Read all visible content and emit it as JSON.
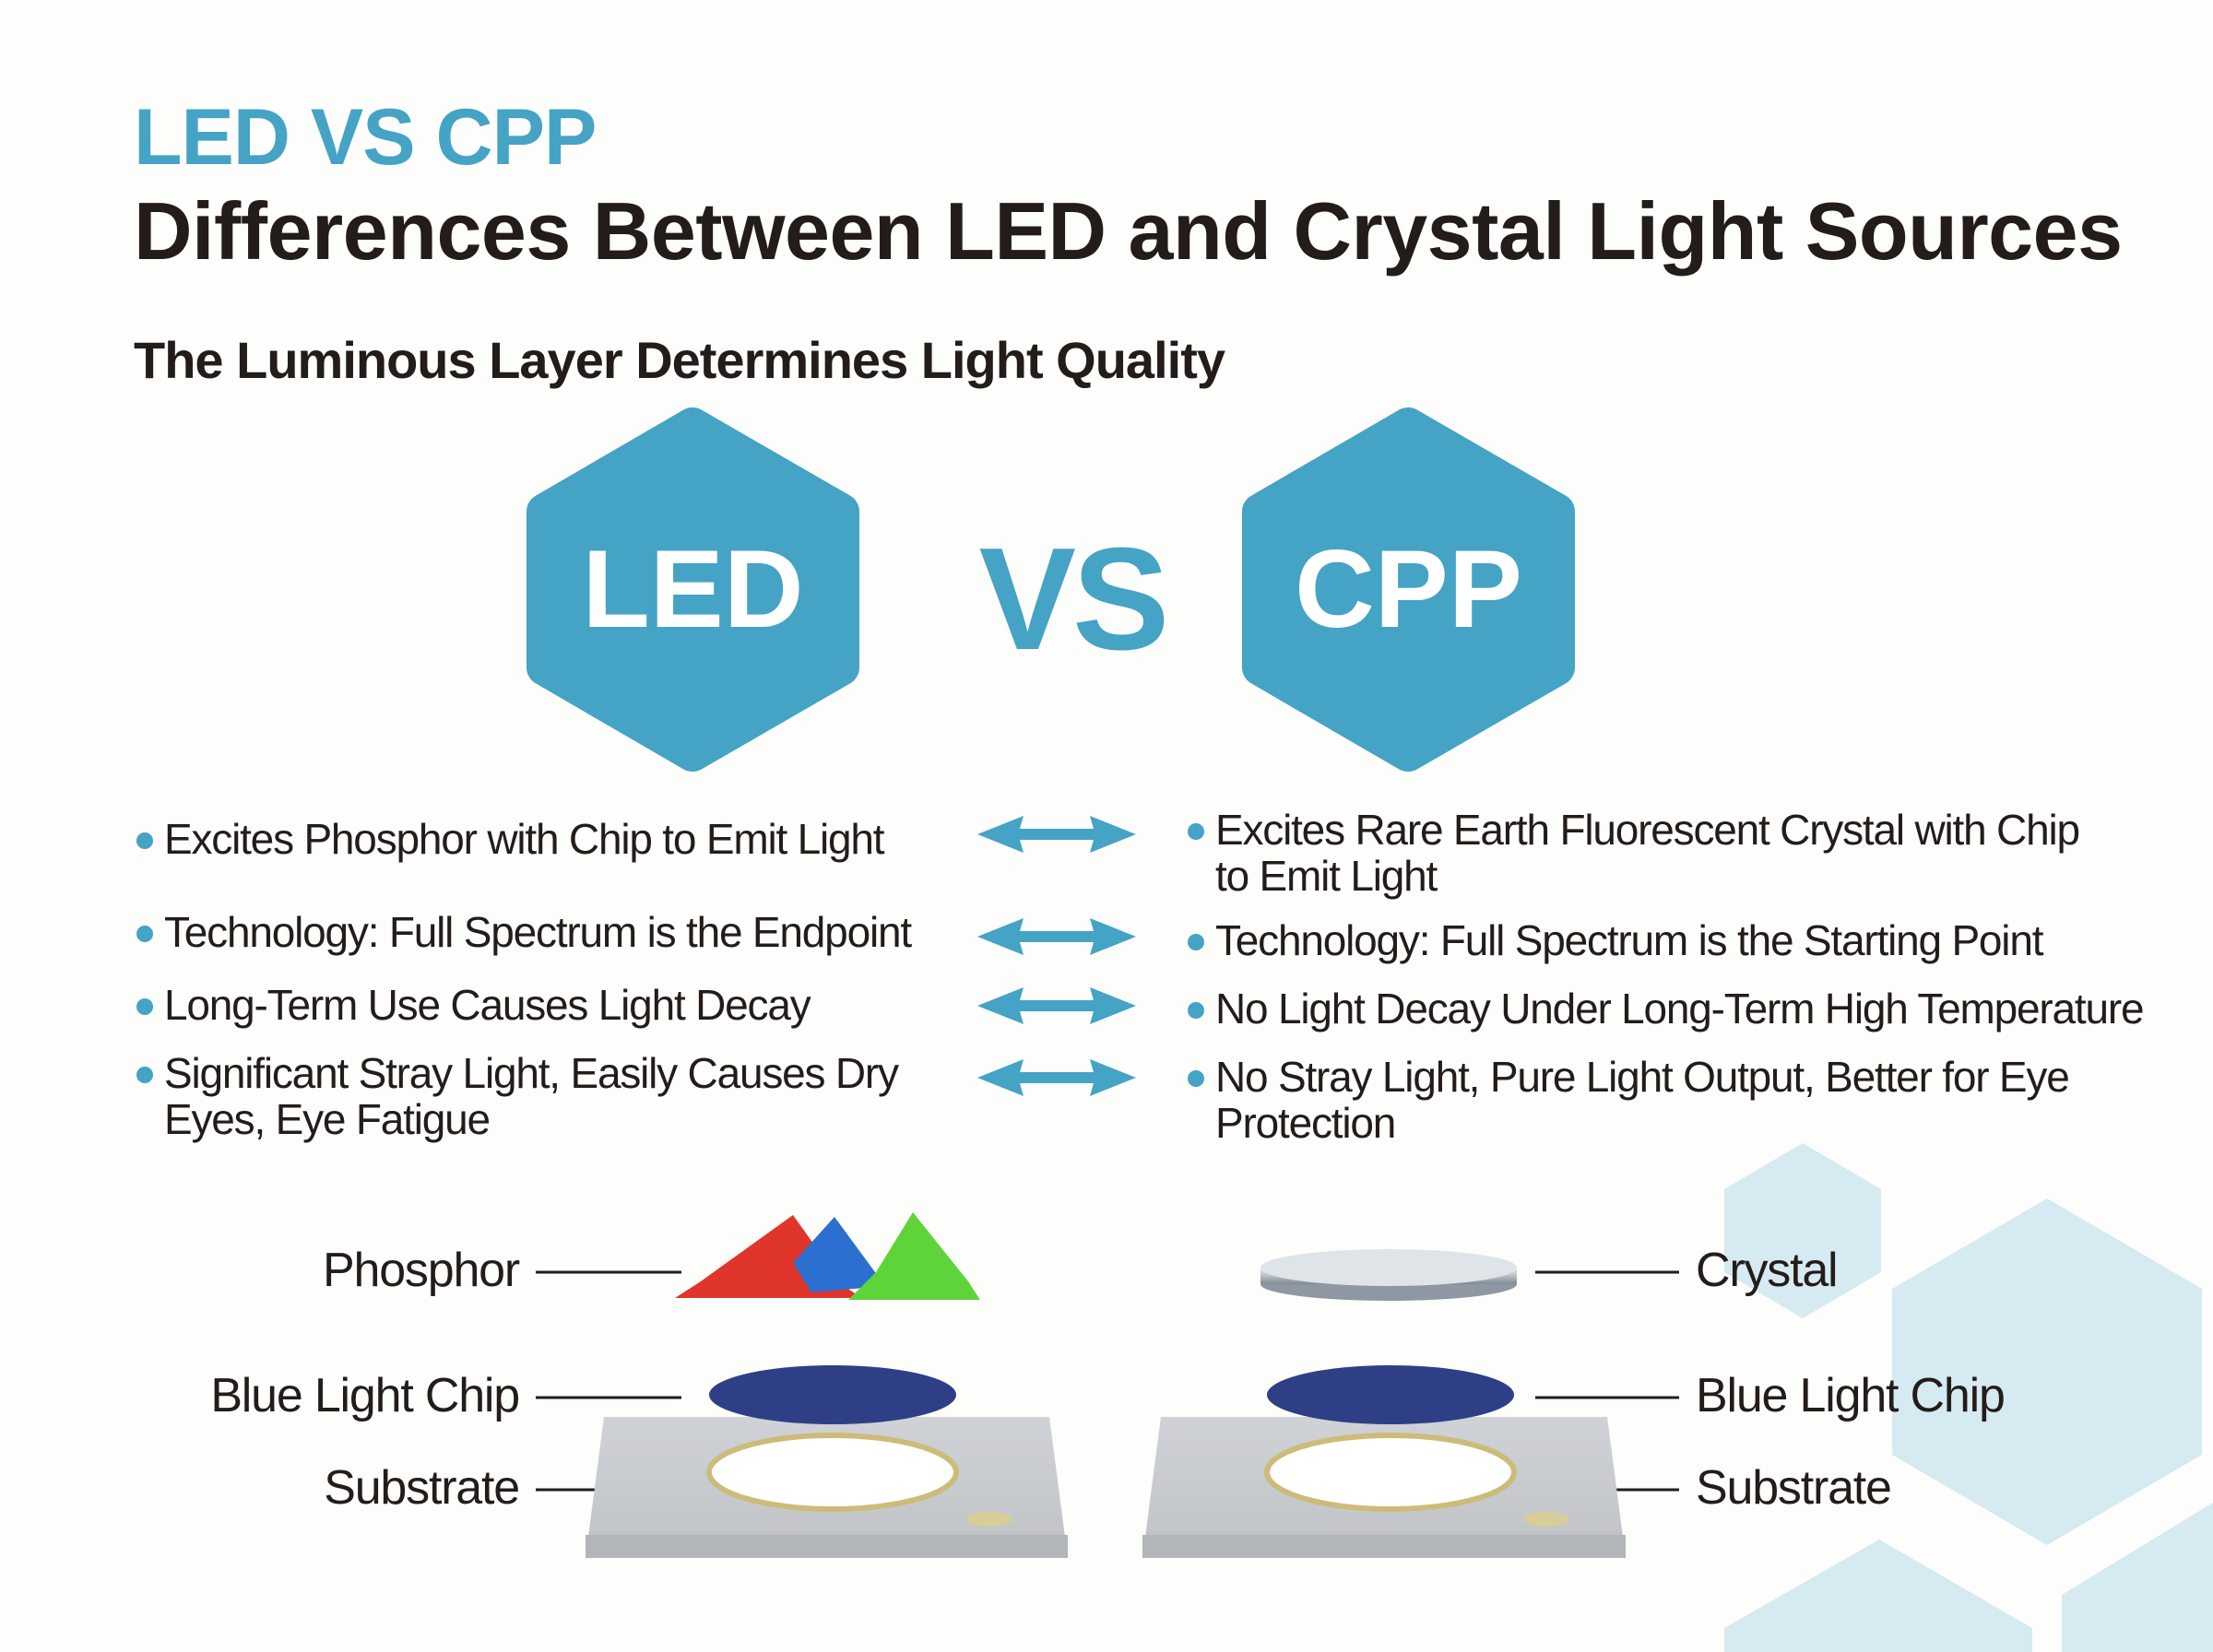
{
  "header": {
    "kicker": "LED VS CPP",
    "title": "Differences Between LED and Crystal Light Sources",
    "subtitle": "The Luminous Layer Determines Light Quality"
  },
  "comparison": {
    "left_badge": "LED",
    "vs": "VS",
    "right_badge": "CPP",
    "left_points": [
      "Excites Phosphor with Chip to Emit Light",
      "Technology: Full Spectrum is the Endpoint",
      "Long-Term Use Causes Light Decay",
      "Significant Stray Light, Easily Causes Dry Eyes, Eye Fatigue"
    ],
    "right_points": [
      "Excites Rare Earth Fluorescent Crystal with Chip to Emit Light",
      "Technology: Full Spectrum is the Starting Point",
      "No Light Decay Under Long-Term High Temperature",
      "No Stray Light, Pure Light Output, Better for Eye Protection"
    ]
  },
  "diagram": {
    "left_labels": [
      "Phosphor",
      "Blue Light Chip",
      "Substrate"
    ],
    "right_labels": [
      "Crystal",
      "Blue Light Chip",
      "Substrate"
    ]
  },
  "colors": {
    "accent": "#45a3c5",
    "text": "#231c19",
    "chip": "#2f3f85",
    "bg_hex": "#d5eaf1"
  }
}
